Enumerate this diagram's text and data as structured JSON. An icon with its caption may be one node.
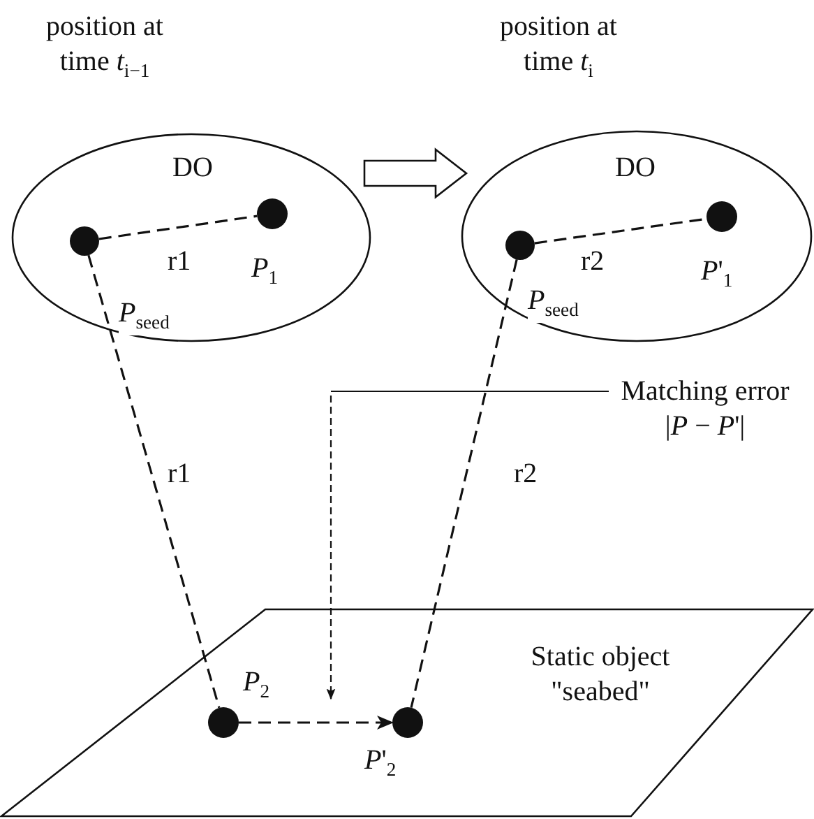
{
  "diagram": {
    "nodes": [
      {
        "text": [
          "position at time *t*$_{i−1}$",
          "DO"
        ]
      },
      {
        "text": [
          "*P*$_{seed}$"
        ],
        "in": 0
      },
      {
        "text": [
          "*P*$_{1}$"
        ],
        "in": 0
      },
      {
        "text": [
          "position at time *t*$_{i}$",
          "DO"
        ]
      },
      {
        "text": [
          "*P*$_{seed}$"
        ],
        "in": 3
      },
      {
        "text": [
          "*P*'$_{1}$"
        ],
        "in": 3
      },
      {
        "text": [
          "Static object \"seabed\""
        ]
      },
      {
        "text": [
          "*P*$_{2}$"
        ],
        "in": 6
      },
      {
        "text": [
          "*P*'$_{2}$"
        ],
        "in": 6
      },
      {
        "text": [
          "Matching error |*P* − *P*'|"
        ]
      }
    ],
    "edges": [
      {
        "from": 0,
        "to": 3,
        "arrow": "to",
        "style": "thick"
      },
      {
        "from": 1,
        "to": 2,
        "arrow": "none",
        "style": "dashed",
        "label": "r1"
      },
      {
        "from": 4,
        "to": 5,
        "arrow": "none",
        "style": "dashed",
        "label": "r2"
      },
      {
        "from": 1,
        "to": 7,
        "arrow": "none",
        "style": "dashed",
        "label": "r1"
      },
      {
        "from": 4,
        "to": 8,
        "arrow": "none",
        "style": "dashed",
        "label": "r2"
      },
      {
        "from": 7,
        "to": 8,
        "arrow": "to",
        "style": "dashed"
      },
      {
        "from": 9,
        "to": 8,
        "arrow": "to",
        "style": "dashed"
      }
    ]
  }
}
